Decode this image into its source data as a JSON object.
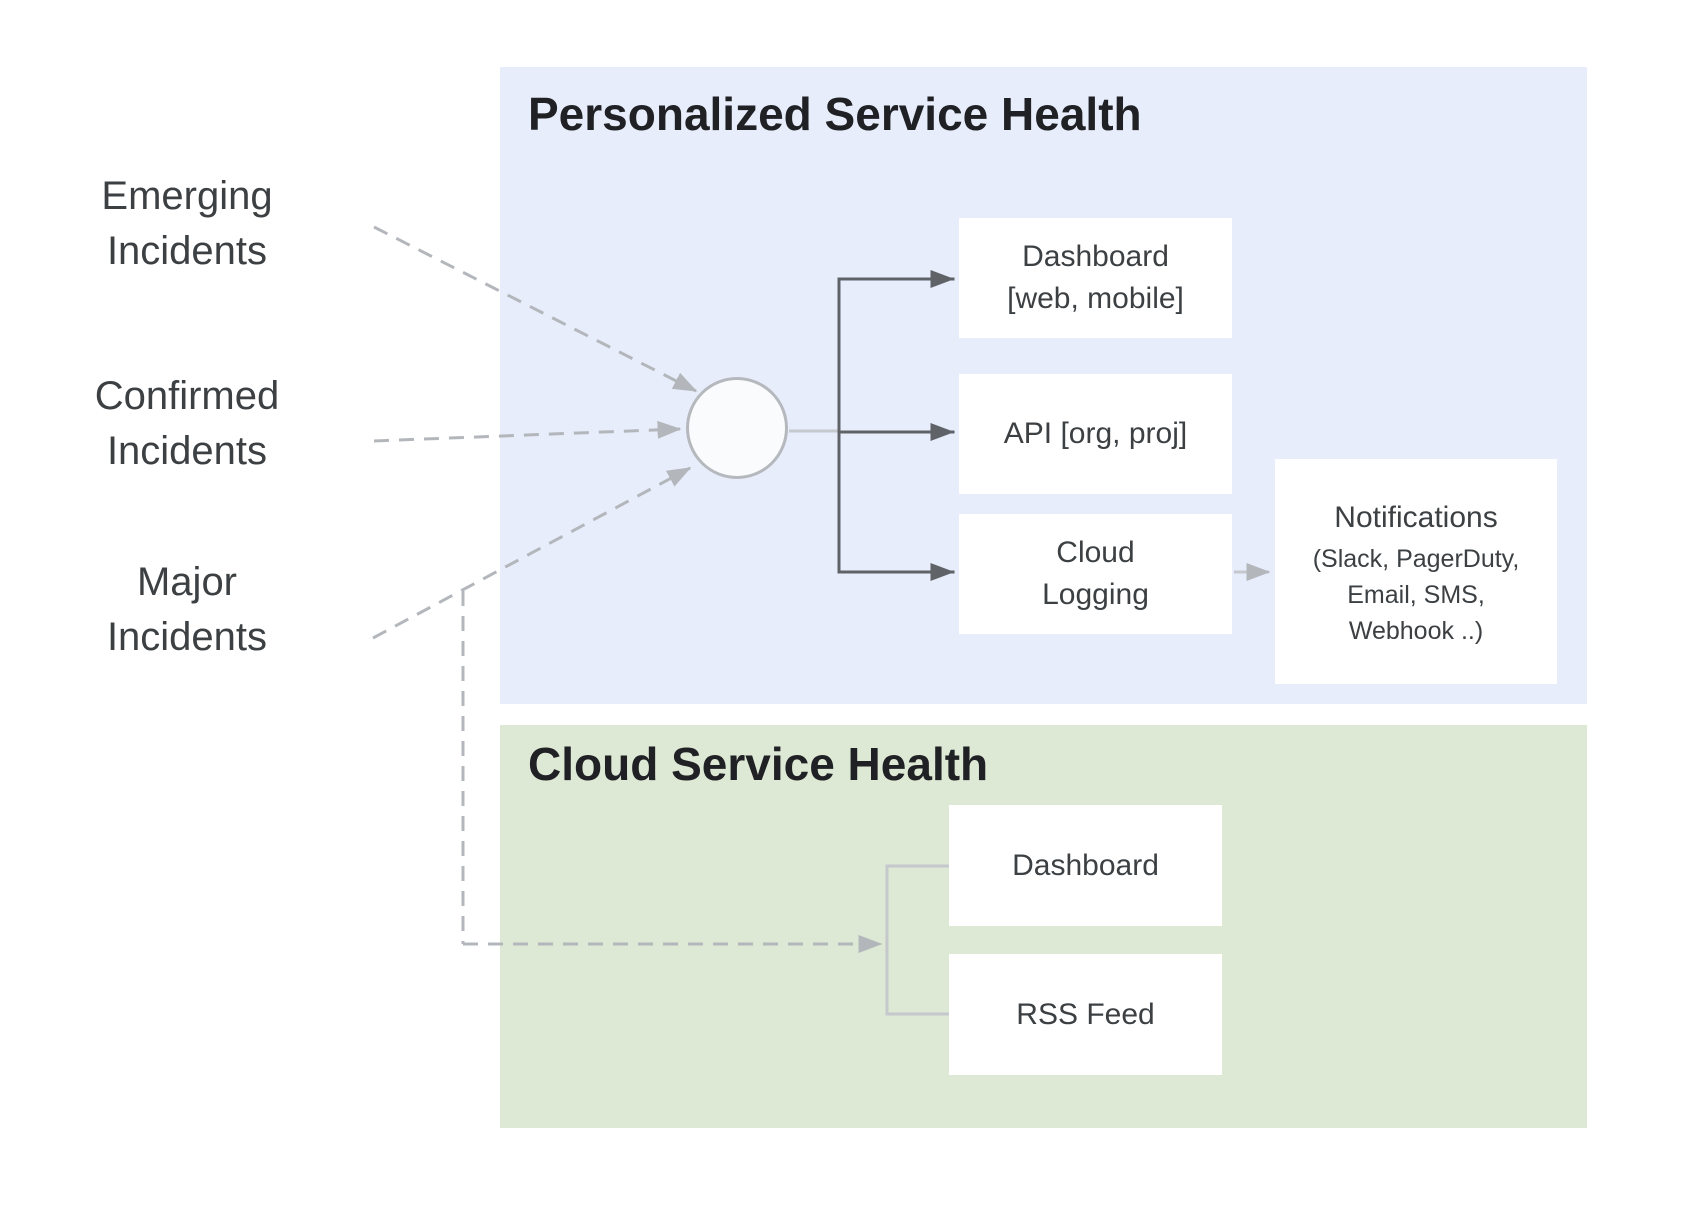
{
  "colors": {
    "panel_blue": "#e8edfb",
    "panel_green": "#dde8d5",
    "node_box_bg": "#ffffff",
    "title_text": "#202124",
    "body_text": "#3c4043",
    "arrow_dark": "#5f6368",
    "arrow_light": "#c5c8cc",
    "dashed_line": "#b3b7bc",
    "hub_fill": "#fafbfc",
    "hub_stroke": "#b5b8bd"
  },
  "inputs": [
    {
      "label": "Emerging\nIncidents"
    },
    {
      "label": "Confirmed\nIncidents"
    },
    {
      "label": "Major\nIncidents"
    }
  ],
  "personalized_panel": {
    "title": "Personalized Service Health",
    "boxes": [
      {
        "label": "Dashboard\n[web, mobile]"
      },
      {
        "label": "API [org, proj]"
      },
      {
        "label": "Cloud\nLogging"
      }
    ],
    "notifications": {
      "title": "Notifications",
      "subtitle": "(Slack, PagerDuty,\nEmail, SMS,\nWebhook ..)"
    }
  },
  "cloud_panel": {
    "title": "Cloud Service Health",
    "boxes": [
      {
        "label": "Dashboard"
      },
      {
        "label": "RSS Feed"
      }
    ]
  }
}
